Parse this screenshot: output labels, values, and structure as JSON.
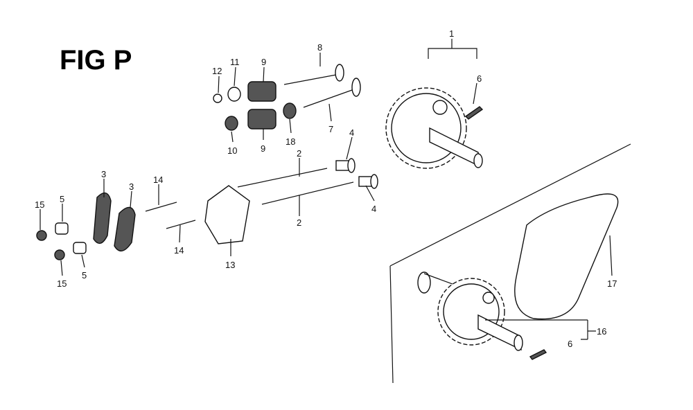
{
  "title": "FIG P",
  "labels": {
    "camshaft_assy_top": "1",
    "spring_top": "6",
    "valve_exhaust": "8",
    "cotter": "12",
    "retainer_top": "11",
    "valve_spring_top": "9",
    "retainer_bottom": "10",
    "valve_spring_bottom": "9",
    "stem_seal": "18",
    "valve_intake": "7",
    "pushrod_top": "2",
    "pushrod_bottom": "2",
    "lifter_top": "4",
    "lifter_bottom": "4",
    "rocker_arm_left": "3",
    "rocker_arm_right": "3",
    "pivot_bolt_top": "14",
    "pivot_bolt_bottom": "14",
    "nut_top": "15",
    "pivot_top": "5",
    "nut_bottom": "15",
    "pivot_bottom": "5",
    "guide_plate": "13",
    "timing_belt": "17",
    "camshaft_assy_bottom": "16",
    "spring_bottom": "6"
  }
}
